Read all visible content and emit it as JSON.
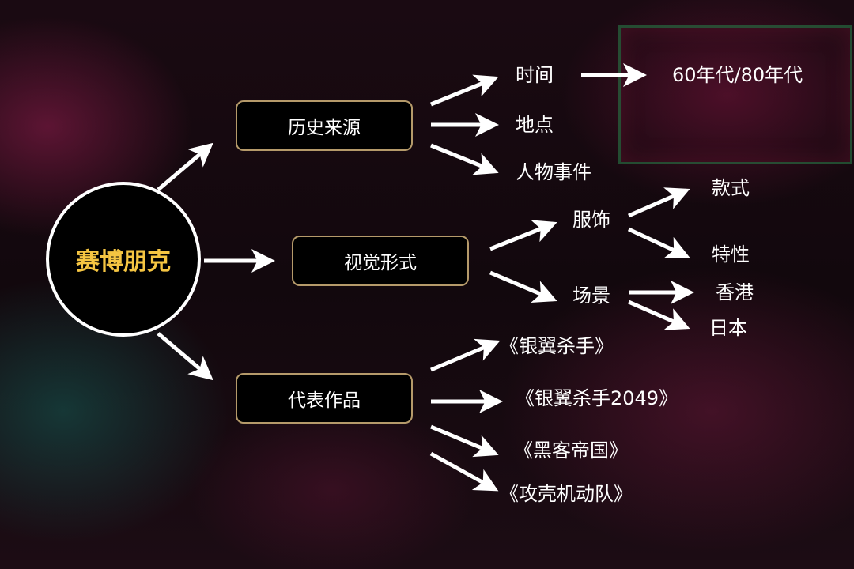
{
  "center": {
    "label": "赛博朋克"
  },
  "branches": [
    {
      "label": "历史来源",
      "children": [
        "时间",
        "地点",
        "人物事件"
      ],
      "time_detail": "60年代/80年代"
    },
    {
      "label": "视觉形式",
      "children": [
        {
          "label": "服饰",
          "children": [
            "款式",
            "特性"
          ]
        },
        {
          "label": "场景",
          "children": [
            "香港",
            "日本"
          ]
        }
      ]
    },
    {
      "label": "代表作品",
      "children": [
        "《银翼杀手》",
        "《银翼杀手2049》",
        "《黑客帝国》",
        "《攻壳机动队》"
      ]
    }
  ],
  "colors": {
    "center_text": "#f5c542",
    "box_border": "#b59a6a",
    "arrow": "#ffffff"
  }
}
